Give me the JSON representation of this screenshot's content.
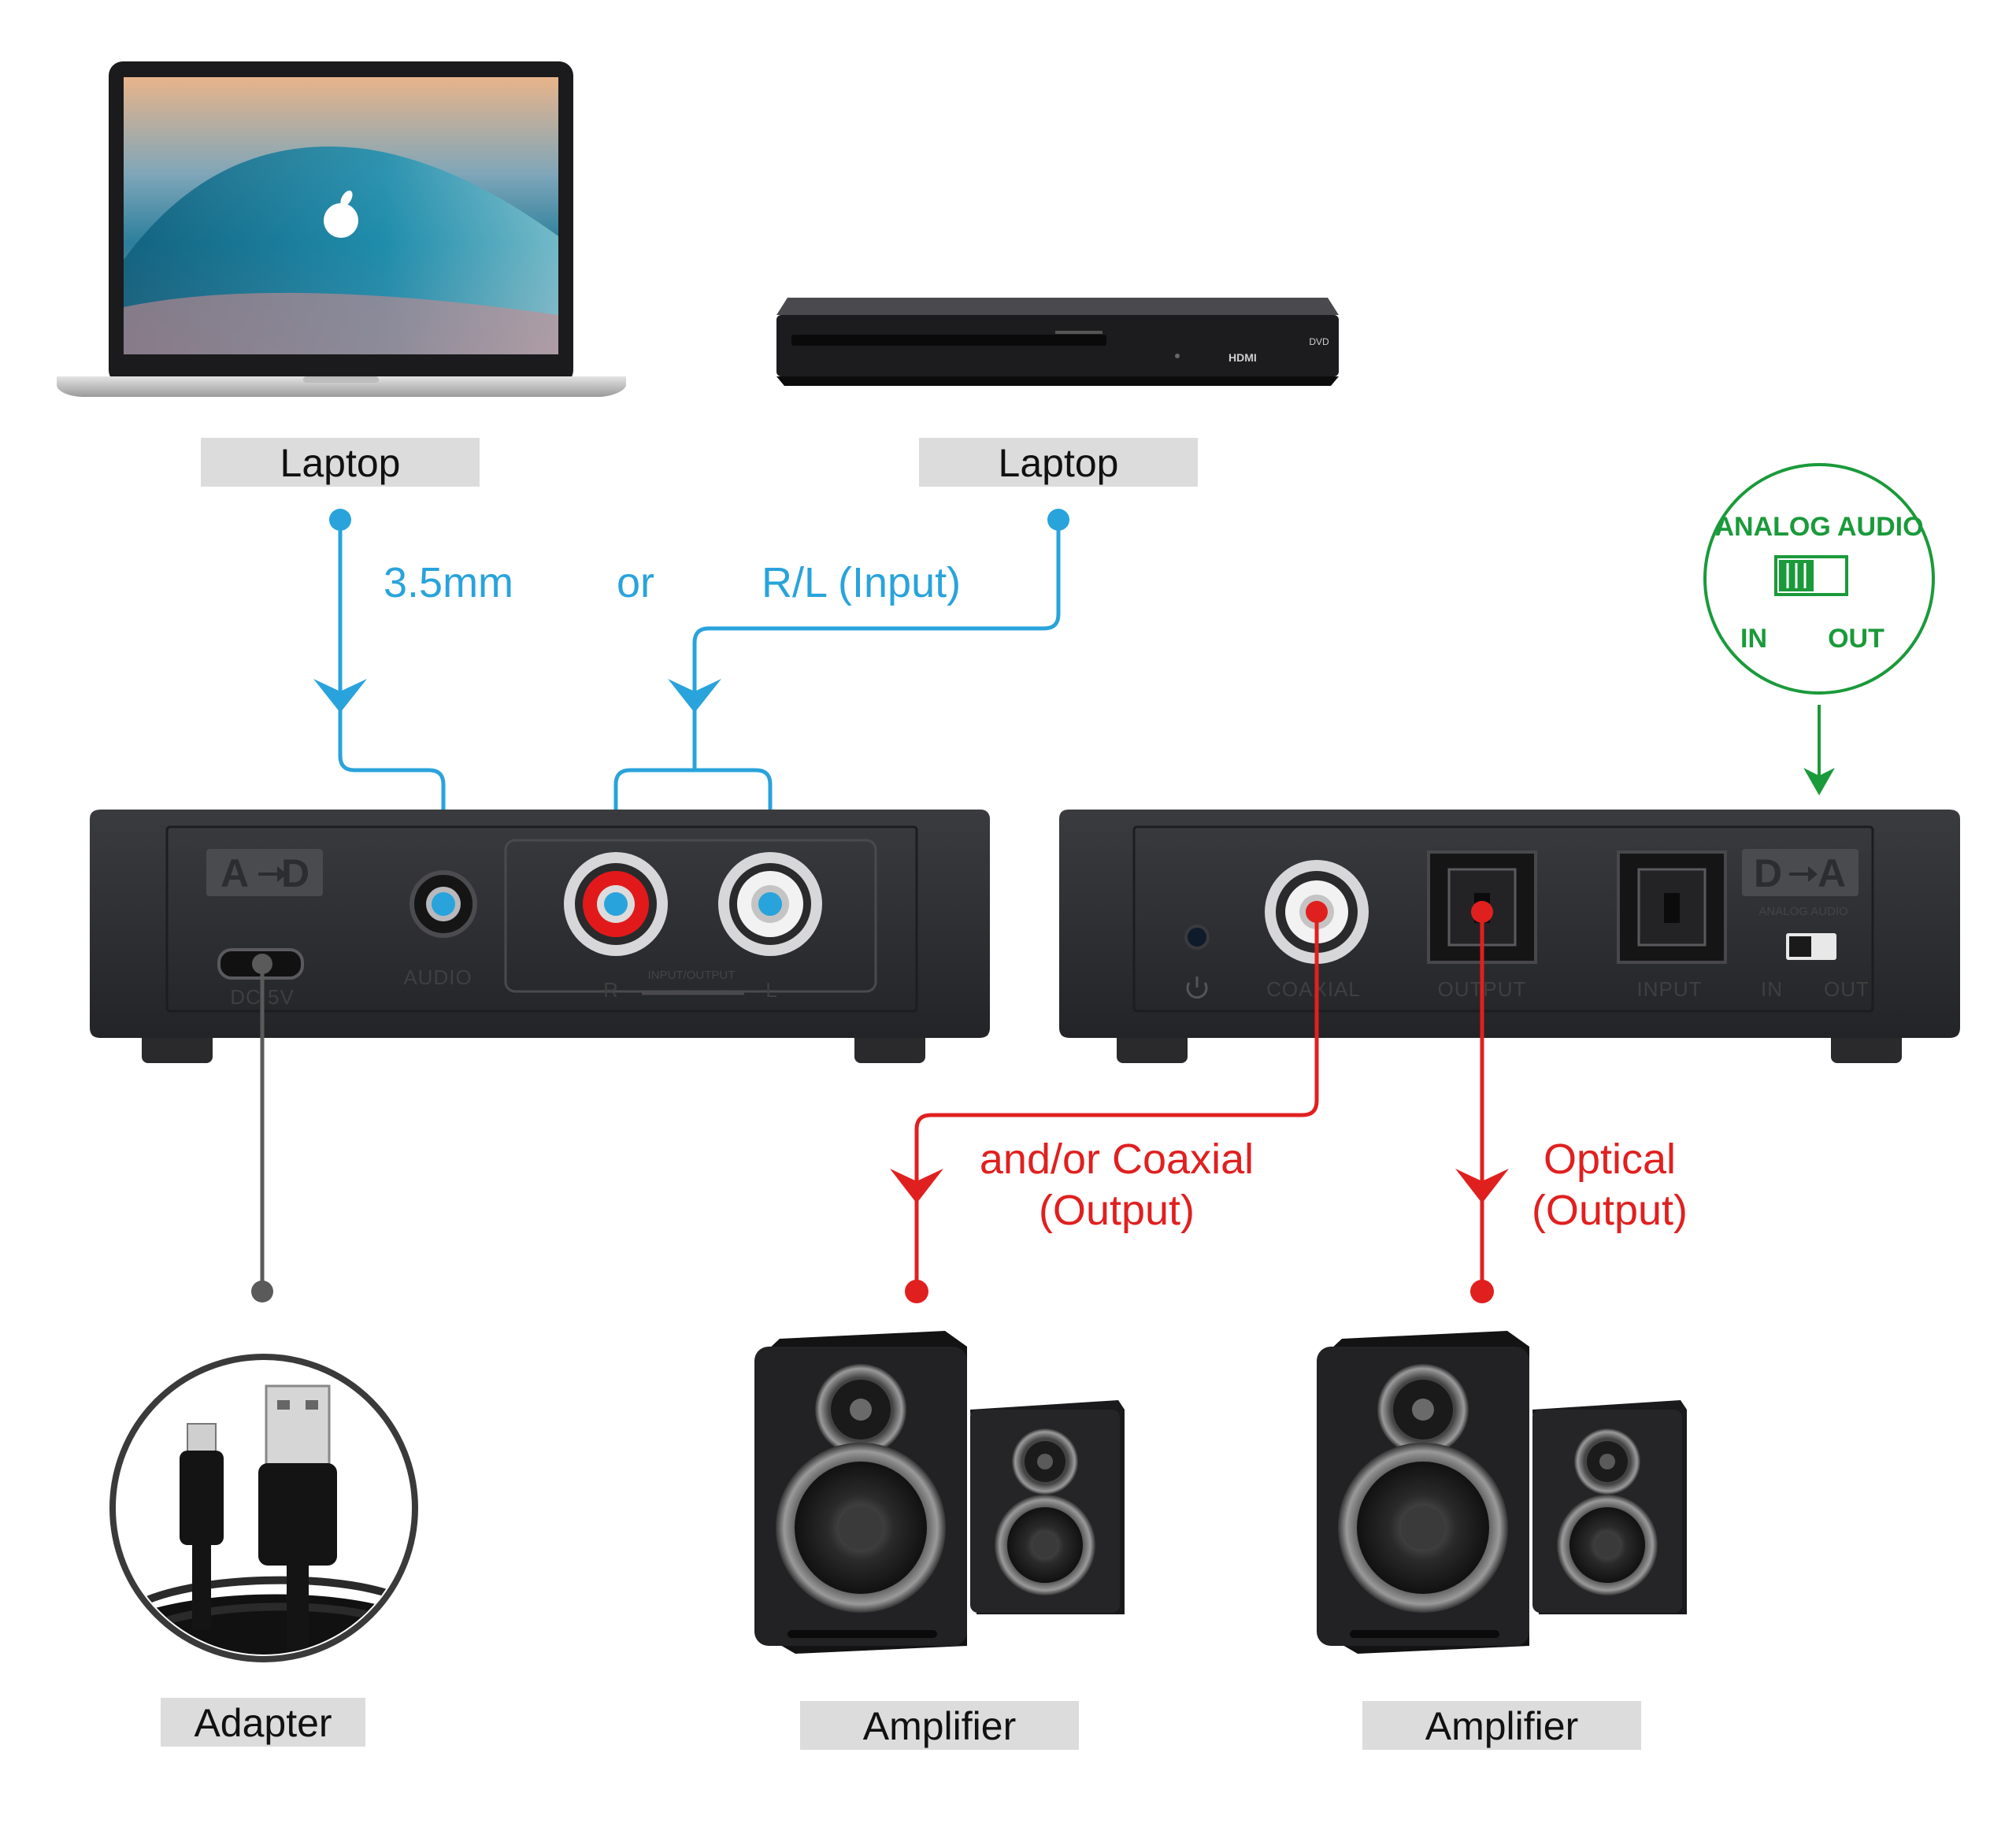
{
  "colors": {
    "blue": "#29a3dc",
    "red": "#e0201f",
    "green": "#1a9a3a",
    "gray_line": "#555555",
    "pill_bg": "#dcdcdc",
    "device_body": "#2c2d30"
  },
  "sources": {
    "laptop_label": "Laptop",
    "dvd_label": "Laptop"
  },
  "connections": {
    "jack_label": "3.5mm",
    "or_label": "or",
    "rca_label": "R/L (Input)",
    "coaxial_line1": "and/or Coaxial",
    "coaxial_line2": "(Output)",
    "optical_line1": "Optical",
    "optical_line2": "(Output)"
  },
  "switch_callout": {
    "title": "ANALOG AUDIO",
    "in_label": "IN",
    "out_label": "OUT"
  },
  "ad_converter": {
    "logo_a": "A",
    "logo_d": "D",
    "audio_label": "AUDIO",
    "dc_label": "DC 5V",
    "io_label": "INPUT/OUTPUT",
    "r_label": "R",
    "l_label": "L"
  },
  "da_converter": {
    "logo_d": "D",
    "logo_a": "A",
    "switch_title": "ANALOG AUDIO",
    "coaxial_label": "COAXIAL",
    "output_label": "OUTPUT",
    "input_label": "INPUT",
    "in_label": "IN",
    "out_label": "OUT"
  },
  "dvd_player": {
    "brand_text": "HDMI",
    "disc_text": "DVD"
  },
  "outputs": {
    "adapter_label": "Adapter",
    "amp1_label": "Amplifier",
    "amp2_label": "Amplifier"
  }
}
